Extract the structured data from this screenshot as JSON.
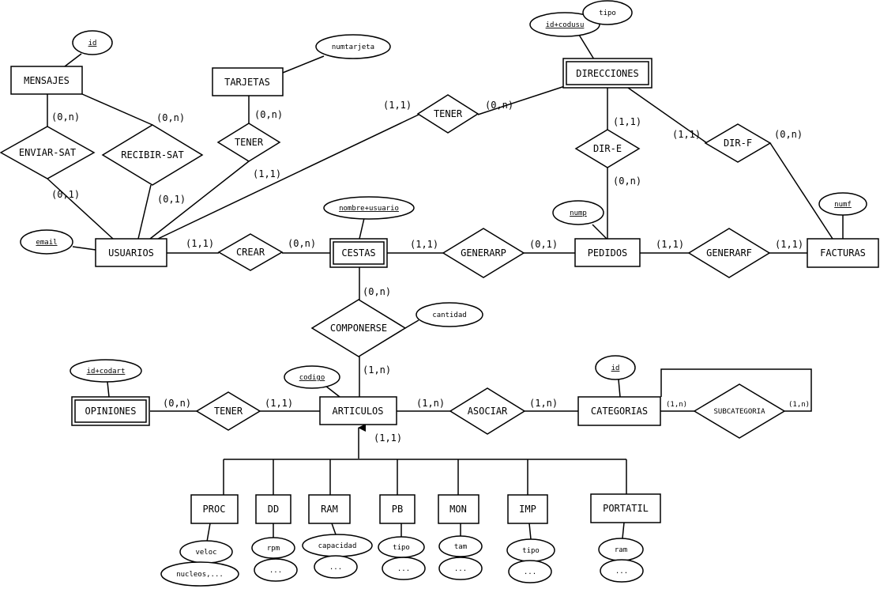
{
  "entities": {
    "mensajes": "MENSAJES",
    "tarjetas": "TARJETAS",
    "direcciones": "DIRECCIONES",
    "usuarios": "USUARIOS",
    "cestas": "CESTAS",
    "pedidos": "PEDIDOS",
    "facturas": "FACTURAS",
    "opiniones": "OPINIONES",
    "articulos": "ARTICULOS",
    "categorias": "CATEGORIAS",
    "proc": "PROC",
    "dd": "DD",
    "ram": "RAM",
    "pb": "PB",
    "mon": "MON",
    "imp": "IMP",
    "portatil": "PORTATIL"
  },
  "relationships": {
    "enviar_sat": "ENVIAR-SAT",
    "recibir_sat": "RECIBIR-SAT",
    "tener_tarjetas": "TENER",
    "tener_direcciones": "TENER",
    "dir_e": "DIR-E",
    "dir_f": "DIR-F",
    "crear": "CREAR",
    "generarp": "GENERARP",
    "generarf": "GENERARF",
    "componerse": "COMPONERSE",
    "tener_opiniones": "TENER",
    "asociar": "ASOCIAR",
    "subcategoria": "SUBCATEGORIA"
  },
  "attributes": {
    "mensajes_id": "id",
    "tarjetas_num": "numtarjeta",
    "dir_id": "id+codusu",
    "dir_tipo": "tipo",
    "usuarios_email": "email",
    "cestas_nombre": "nombre+usuario",
    "pedidos_num": "nump",
    "facturas_num": "numf",
    "componerse_cantidad": "cantidad",
    "opiniones_id": "id+codart",
    "articulos_codigo": "codigo",
    "categorias_id": "id",
    "proc_veloc": "veloc",
    "proc_nucleos": "nucleos,...",
    "dd_rpm": "rpm",
    "dd_more": "...",
    "ram_capacidad": "capacidad",
    "ram_more": "...",
    "pb_tipo": "tipo",
    "pb_more": "...",
    "mon_tam": "tam",
    "mon_more": "...",
    "imp_tipo": "tipo",
    "imp_more": "...",
    "portatil_ram": "ram",
    "portatil_more": "..."
  },
  "cardinalities": {
    "mensajes_enviar": "(0,n)",
    "mensajes_recibir": "(0,n)",
    "usuarios_enviar": "(0,1)",
    "usuarios_recibir": "(0,1)",
    "tarjetas_tener": "(0,n)",
    "usuarios_tener_tarj": "(1,1)",
    "usuarios_tener_dir": "(1,1)",
    "direcciones_tener": "(0,n)",
    "direcciones_dir_e": "(1,1)",
    "pedidos_dir_e": "(0,n)",
    "direcciones_dir_f": "(1,1)",
    "facturas_dir_f": "(0,n)",
    "usuarios_crear": "(1,1)",
    "cestas_crear": "(0,n)",
    "cestas_generarp": "(1,1)",
    "pedidos_generarp": "(0,1)",
    "pedidos_generarf": "(1,1)",
    "facturas_generarf": "(1,1)",
    "cestas_componerse": "(0,n)",
    "articulos_componerse": "(1,n)",
    "opiniones_tener": "(0,n)",
    "articulos_tener": "(1,1)",
    "articulos_asociar": "(1,n)",
    "categorias_asociar": "(1,n)",
    "categorias_sub_left": "(1,n)",
    "categorias_sub_right": "(1,n)",
    "articulos_isa": "(1,1)"
  }
}
